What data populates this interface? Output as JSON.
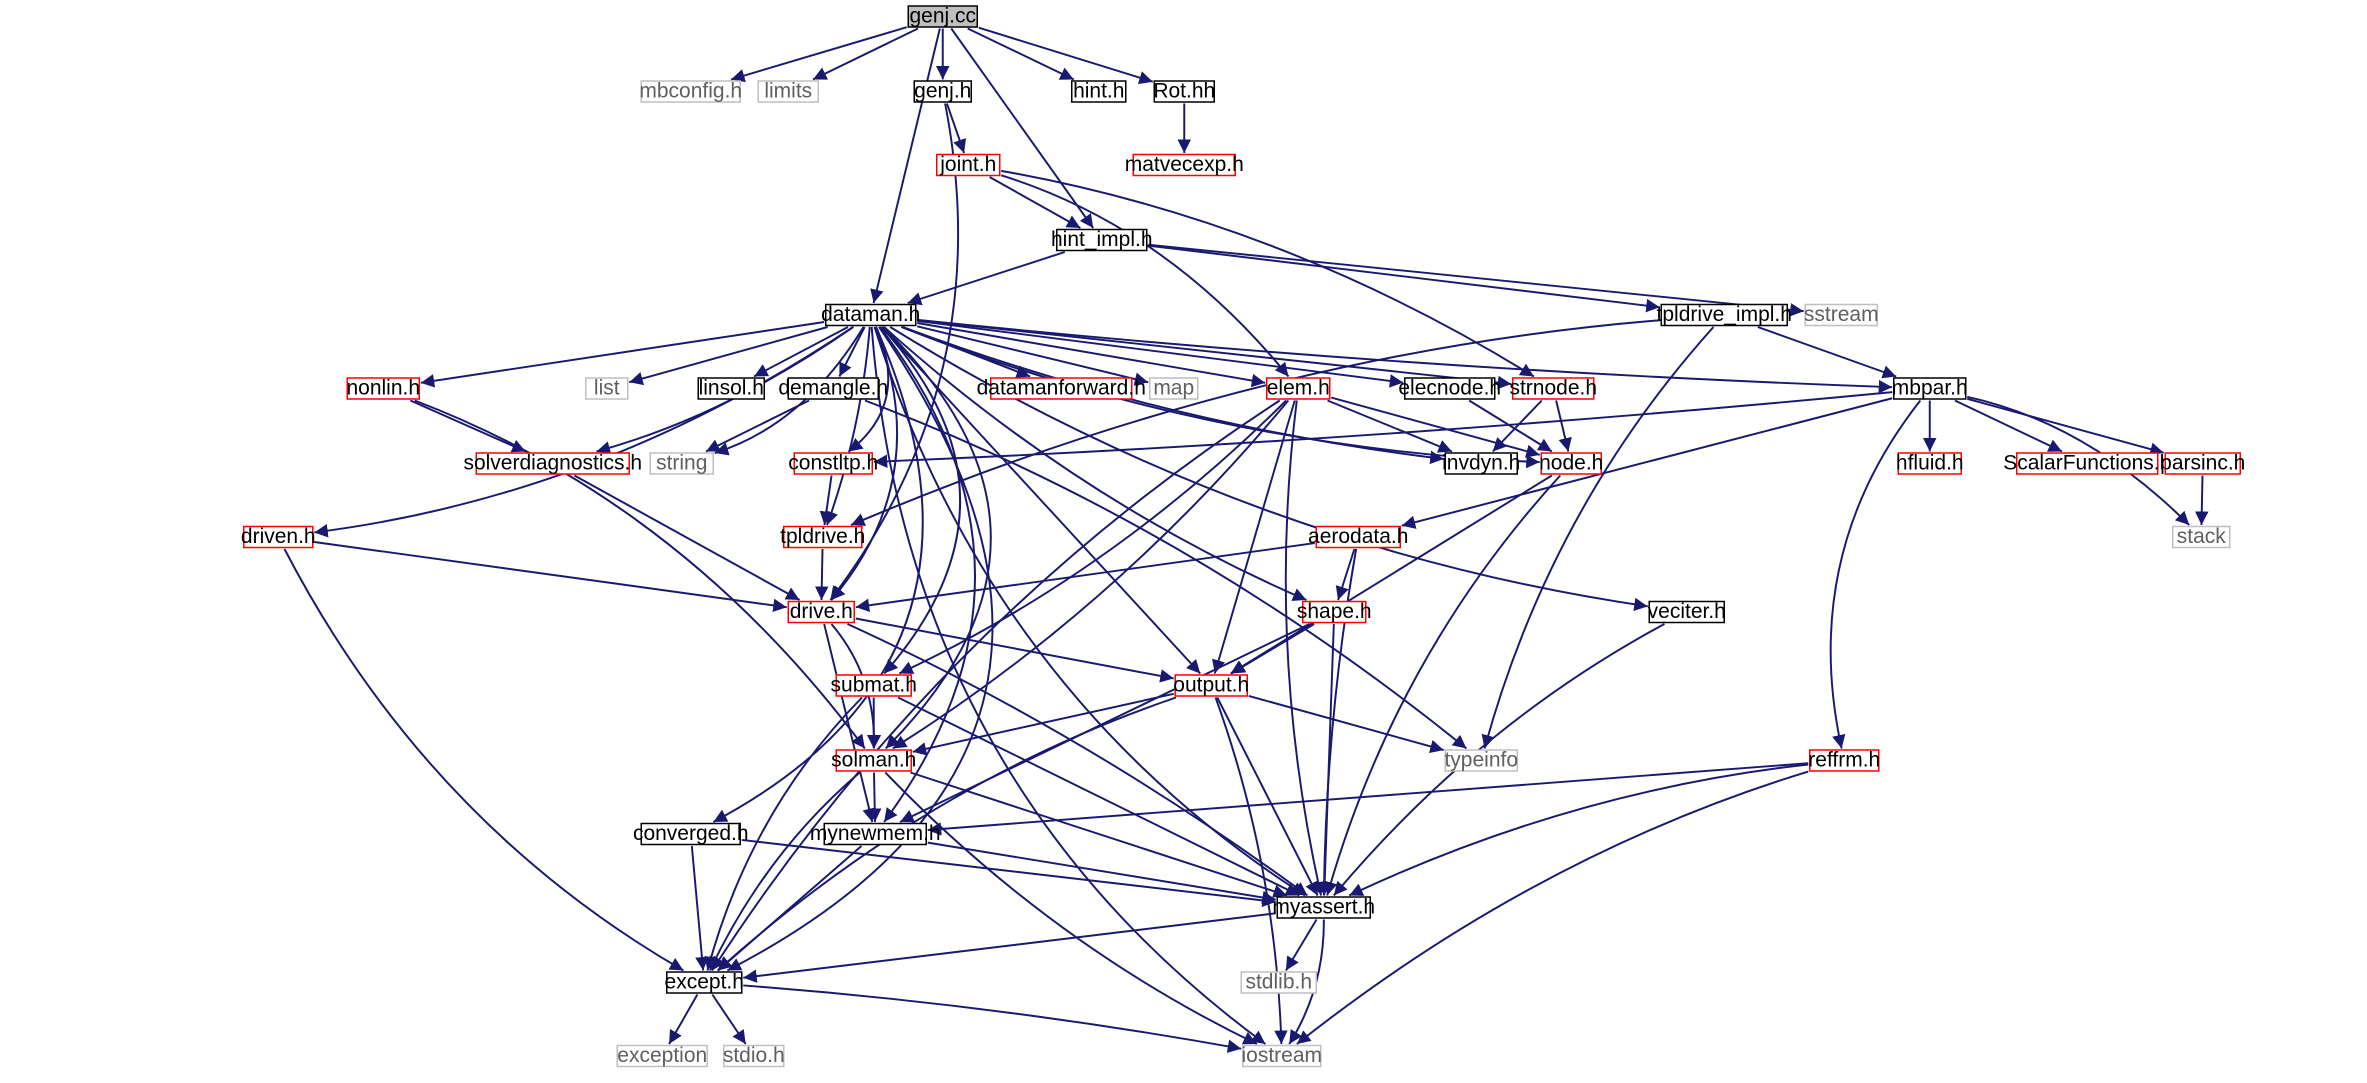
{
  "graph": {
    "colors": {
      "edge": "#191970",
      "documented_border": "#000000",
      "undocumented_border": "#ff0000",
      "system_border": "#bfbfbf",
      "root_fill": "#bfbfbf",
      "text": "#000000"
    },
    "nodes": [
      {
        "id": "genj_cc",
        "label": "genj.cc",
        "kind": "root"
      },
      {
        "id": "mbconfig_h",
        "label": "mbconfig.h",
        "kind": "system"
      },
      {
        "id": "limits",
        "label": "limits",
        "kind": "system"
      },
      {
        "id": "genj_h",
        "label": "genj.h",
        "kind": "documented"
      },
      {
        "id": "hint_h",
        "label": "hint.h",
        "kind": "documented"
      },
      {
        "id": "rot_hh",
        "label": "Rot.hh",
        "kind": "documented"
      },
      {
        "id": "matvecexp_h",
        "label": "matvecexp.h",
        "kind": "undocumented"
      },
      {
        "id": "joint_h",
        "label": "joint.h",
        "kind": "undocumented"
      },
      {
        "id": "hint_impl_h",
        "label": "hint_impl.h",
        "kind": "documented"
      },
      {
        "id": "sstream",
        "label": "sstream",
        "kind": "system"
      },
      {
        "id": "dataman_h",
        "label": "dataman.h",
        "kind": "documented"
      },
      {
        "id": "tpldrive_impl_h",
        "label": "tpldrive_impl.h",
        "kind": "documented"
      },
      {
        "id": "nonlin_h",
        "label": "nonlin.h",
        "kind": "undocumented"
      },
      {
        "id": "list",
        "label": "list",
        "kind": "system"
      },
      {
        "id": "linsol_h",
        "label": "linsol.h",
        "kind": "documented"
      },
      {
        "id": "demangle_h",
        "label": "demangle.h",
        "kind": "documented"
      },
      {
        "id": "datamanforward_h",
        "label": "datamanforward.h",
        "kind": "undocumented"
      },
      {
        "id": "map",
        "label": "map",
        "kind": "system"
      },
      {
        "id": "elem_h",
        "label": "elem.h",
        "kind": "undocumented"
      },
      {
        "id": "elecnode_h",
        "label": "elecnode.h",
        "kind": "documented"
      },
      {
        "id": "strnode_h",
        "label": "strnode.h",
        "kind": "undocumented"
      },
      {
        "id": "mbpar_h",
        "label": "mbpar.h",
        "kind": "documented"
      },
      {
        "id": "solverdiagnostics_h",
        "label": "solverdiagnostics.h",
        "kind": "undocumented"
      },
      {
        "id": "string",
        "label": "string",
        "kind": "system"
      },
      {
        "id": "constltp_h",
        "label": "constltp.h",
        "kind": "undocumented"
      },
      {
        "id": "invdyn_h",
        "label": "invdyn.h",
        "kind": "documented"
      },
      {
        "id": "node_h",
        "label": "node.h",
        "kind": "undocumented"
      },
      {
        "id": "hfluid_h",
        "label": "hfluid.h",
        "kind": "undocumented"
      },
      {
        "id": "scalarfunctions_h",
        "label": "ScalarFunctions.h",
        "kind": "undocumented"
      },
      {
        "id": "parsinc_h",
        "label": "parsinc.h",
        "kind": "undocumented"
      },
      {
        "id": "driven_h",
        "label": "driven.h",
        "kind": "undocumented"
      },
      {
        "id": "tpldrive_h",
        "label": "tpldrive.h",
        "kind": "undocumented"
      },
      {
        "id": "aerodata_h",
        "label": "aerodata.h",
        "kind": "undocumented"
      },
      {
        "id": "stack",
        "label": "stack",
        "kind": "system"
      },
      {
        "id": "drive_h",
        "label": "drive.h",
        "kind": "undocumented"
      },
      {
        "id": "shape_h",
        "label": "shape.h",
        "kind": "undocumented"
      },
      {
        "id": "veciter_h",
        "label": "veciter.h",
        "kind": "documented"
      },
      {
        "id": "submat_h",
        "label": "submat.h",
        "kind": "undocumented"
      },
      {
        "id": "output_h",
        "label": "output.h",
        "kind": "undocumented"
      },
      {
        "id": "solman_h",
        "label": "solman.h",
        "kind": "undocumented"
      },
      {
        "id": "typeinfo",
        "label": "typeinfo",
        "kind": "system"
      },
      {
        "id": "reffrm_h",
        "label": "reffrm.h",
        "kind": "undocumented"
      },
      {
        "id": "converged_h",
        "label": "converged.h",
        "kind": "documented"
      },
      {
        "id": "mynewmem_h",
        "label": "mynewmem.h",
        "kind": "documented"
      },
      {
        "id": "myassert_h",
        "label": "myassert.h",
        "kind": "documented"
      },
      {
        "id": "stdlib_h",
        "label": "stdlib.h",
        "kind": "system"
      },
      {
        "id": "except_h",
        "label": "except.h",
        "kind": "documented"
      },
      {
        "id": "exception",
        "label": "exception",
        "kind": "system"
      },
      {
        "id": "stdio_h",
        "label": "stdio.h",
        "kind": "system"
      },
      {
        "id": "iostream",
        "label": "iostream",
        "kind": "system"
      }
    ],
    "edges": [
      [
        "genj_cc",
        "mbconfig_h"
      ],
      [
        "genj_cc",
        "limits"
      ],
      [
        "genj_cc",
        "genj_h"
      ],
      [
        "genj_cc",
        "hint_h"
      ],
      [
        "genj_cc",
        "rot_hh"
      ],
      [
        "genj_cc",
        "hint_impl_h"
      ],
      [
        "genj_cc",
        "dataman_h"
      ],
      [
        "genj_h",
        "joint_h"
      ],
      [
        "genj_h",
        "drive_h"
      ],
      [
        "rot_hh",
        "matvecexp_h"
      ],
      [
        "joint_h",
        "hint_impl_h"
      ],
      [
        "joint_h",
        "elem_h"
      ],
      [
        "joint_h",
        "strnode_h"
      ],
      [
        "hint_impl_h",
        "dataman_h"
      ],
      [
        "hint_impl_h",
        "tpldrive_impl_h"
      ],
      [
        "hint_impl_h",
        "sstream"
      ],
      [
        "tpldrive_impl_h",
        "mbpar_h"
      ],
      [
        "tpldrive_impl_h",
        "tpldrive_h"
      ],
      [
        "tpldrive_impl_h",
        "typeinfo"
      ],
      [
        "dataman_h",
        "nonlin_h"
      ],
      [
        "dataman_h",
        "list"
      ],
      [
        "dataman_h",
        "linsol_h"
      ],
      [
        "dataman_h",
        "demangle_h"
      ],
      [
        "dataman_h",
        "datamanforward_h"
      ],
      [
        "dataman_h",
        "map"
      ],
      [
        "dataman_h",
        "elem_h"
      ],
      [
        "dataman_h",
        "elecnode_h"
      ],
      [
        "dataman_h",
        "strnode_h"
      ],
      [
        "dataman_h",
        "mbpar_h"
      ],
      [
        "dataman_h",
        "solverdiagnostics_h"
      ],
      [
        "dataman_h",
        "string"
      ],
      [
        "dataman_h",
        "constltp_h"
      ],
      [
        "dataman_h",
        "invdyn_h"
      ],
      [
        "dataman_h",
        "node_h"
      ],
      [
        "dataman_h",
        "driven_h"
      ],
      [
        "dataman_h",
        "tpldrive_h"
      ],
      [
        "dataman_h",
        "drive_h"
      ],
      [
        "dataman_h",
        "shape_h"
      ],
      [
        "dataman_h",
        "veciter_h"
      ],
      [
        "dataman_h",
        "submat_h"
      ],
      [
        "dataman_h",
        "output_h"
      ],
      [
        "dataman_h",
        "solman_h"
      ],
      [
        "dataman_h",
        "converged_h"
      ],
      [
        "dataman_h",
        "mynewmem_h"
      ],
      [
        "dataman_h",
        "myassert_h"
      ],
      [
        "dataman_h",
        "except_h"
      ],
      [
        "dataman_h",
        "iostream"
      ],
      [
        "nonlin_h",
        "solverdiagnostics_h"
      ],
      [
        "nonlin_h",
        "solman_h"
      ],
      [
        "demangle_h",
        "string"
      ],
      [
        "demangle_h",
        "typeinfo"
      ],
      [
        "elem_h",
        "invdyn_h"
      ],
      [
        "elem_h",
        "node_h"
      ],
      [
        "elem_h",
        "submat_h"
      ],
      [
        "elem_h",
        "output_h"
      ],
      [
        "elem_h",
        "solman_h"
      ],
      [
        "elem_h",
        "myassert_h"
      ],
      [
        "elem_h",
        "except_h"
      ],
      [
        "elecnode_h",
        "node_h"
      ],
      [
        "strnode_h",
        "invdyn_h"
      ],
      [
        "strnode_h",
        "node_h"
      ],
      [
        "mbpar_h",
        "constltp_h"
      ],
      [
        "mbpar_h",
        "hfluid_h"
      ],
      [
        "mbpar_h",
        "scalarfunctions_h"
      ],
      [
        "mbpar_h",
        "parsinc_h"
      ],
      [
        "mbpar_h",
        "stack"
      ],
      [
        "mbpar_h",
        "aerodata_h"
      ],
      [
        "mbpar_h",
        "reffrm_h"
      ],
      [
        "solverdiagnostics_h",
        "drive_h"
      ],
      [
        "constltp_h",
        "tpldrive_h"
      ],
      [
        "node_h",
        "output_h"
      ],
      [
        "node_h",
        "myassert_h"
      ],
      [
        "parsinc_h",
        "stack"
      ],
      [
        "driven_h",
        "drive_h"
      ],
      [
        "driven_h",
        "except_h"
      ],
      [
        "tpldrive_h",
        "drive_h"
      ],
      [
        "aerodata_h",
        "drive_h"
      ],
      [
        "aerodata_h",
        "shape_h"
      ],
      [
        "aerodata_h",
        "myassert_h"
      ],
      [
        "drive_h",
        "output_h"
      ],
      [
        "drive_h",
        "solman_h"
      ],
      [
        "drive_h",
        "mynewmem_h"
      ],
      [
        "drive_h",
        "myassert_h"
      ],
      [
        "shape_h",
        "output_h"
      ],
      [
        "shape_h",
        "mynewmem_h"
      ],
      [
        "shape_h",
        "myassert_h"
      ],
      [
        "veciter_h",
        "myassert_h"
      ],
      [
        "submat_h",
        "solman_h"
      ],
      [
        "submat_h",
        "myassert_h"
      ],
      [
        "submat_h",
        "except_h"
      ],
      [
        "output_h",
        "solman_h"
      ],
      [
        "output_h",
        "typeinfo"
      ],
      [
        "output_h",
        "myassert_h"
      ],
      [
        "output_h",
        "except_h"
      ],
      [
        "output_h",
        "iostream"
      ],
      [
        "solman_h",
        "mynewmem_h"
      ],
      [
        "solman_h",
        "myassert_h"
      ],
      [
        "solman_h",
        "except_h"
      ],
      [
        "solman_h",
        "iostream"
      ],
      [
        "reffrm_h",
        "mynewmem_h"
      ],
      [
        "reffrm_h",
        "myassert_h"
      ],
      [
        "reffrm_h",
        "iostream"
      ],
      [
        "converged_h",
        "myassert_h"
      ],
      [
        "converged_h",
        "except_h"
      ],
      [
        "mynewmem_h",
        "myassert_h"
      ],
      [
        "mynewmem_h",
        "except_h"
      ],
      [
        "myassert_h",
        "stdlib_h"
      ],
      [
        "myassert_h",
        "iostream"
      ],
      [
        "myassert_h",
        "except_h"
      ],
      [
        "except_h",
        "exception"
      ],
      [
        "except_h",
        "stdio_h"
      ],
      [
        "except_h",
        "iostream"
      ]
    ]
  }
}
